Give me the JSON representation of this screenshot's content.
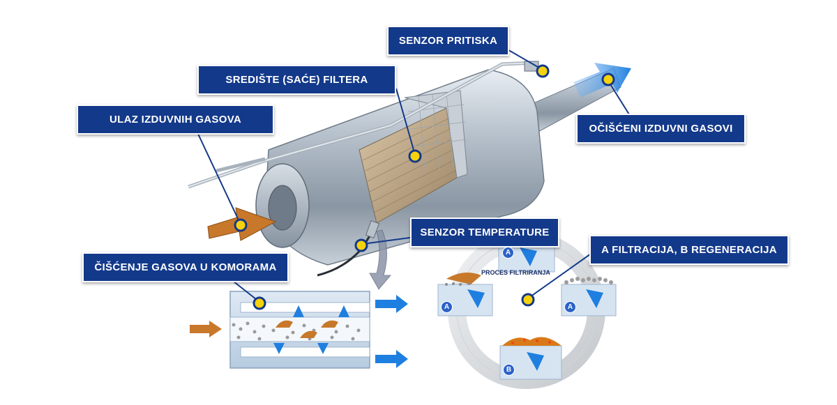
{
  "labels": {
    "pressure_sensor": "SENZOR PRITISKA",
    "filter_core": "SREDIŠTE (SAĆE) FILTERA",
    "exhaust_inlet": "ULAZ IZDUVNIH GASOVA",
    "clean_exhaust": "OČIŠĆENI IZDUVNI GASOVI",
    "temperature_sensor": "SENZOR TEMPERATURE",
    "filtration_regeneration": "A FILTRACIJA, B REGENERACIJA",
    "chamber_cleaning": "ČIŠĆENJE GASOVA U KOMORAMA"
  },
  "cycle": {
    "title": "PROCES FILTRIRANJA",
    "badge_a": "A",
    "badge_b": "B"
  },
  "colors": {
    "callout_bg": "#13398a",
    "marker": "#f6d20c",
    "inlet_arrow": "#c8782a",
    "outlet_arrow": "#1f7fe0"
  }
}
